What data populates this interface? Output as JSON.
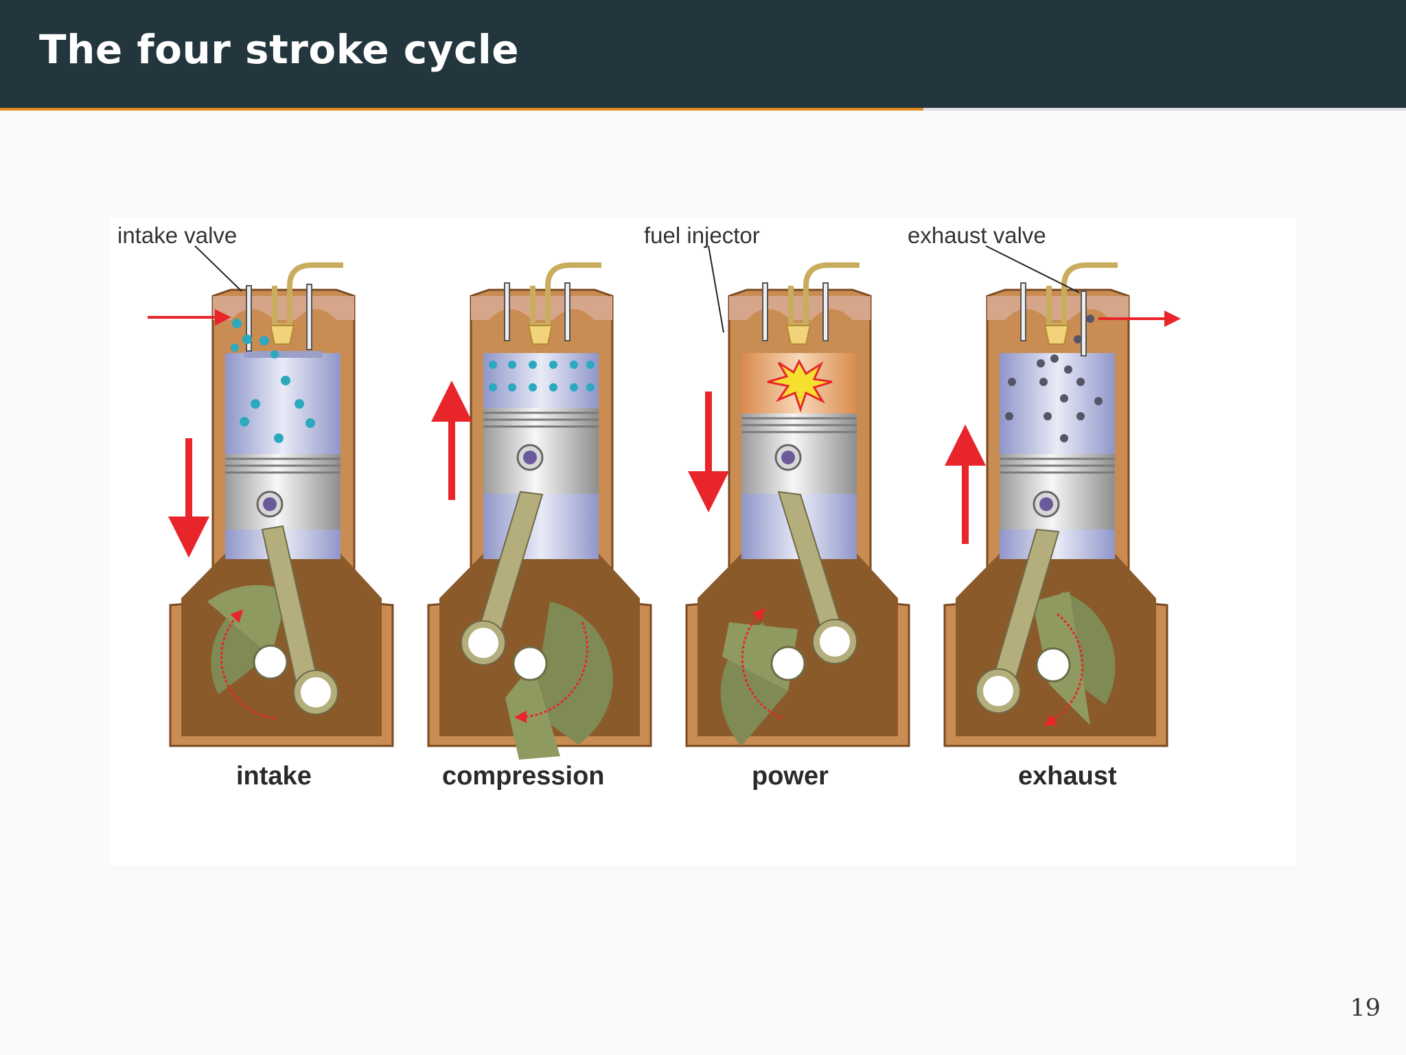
{
  "slide": {
    "title": "The four stroke cycle",
    "page_number": "19"
  },
  "diagram": {
    "annotations": {
      "intake_valve": "intake valve",
      "fuel_injector": "fuel injector",
      "exhaust_valve": "exhaust valve"
    },
    "strokes": [
      {
        "label": "intake",
        "piston": "down",
        "gas": "intake-charge"
      },
      {
        "label": "compression",
        "piston": "up",
        "gas": "compressed-charge"
      },
      {
        "label": "power",
        "piston": "down",
        "gas": "combustion"
      },
      {
        "label": "exhaust",
        "piston": "up",
        "gas": "exhaust-gas"
      }
    ],
    "colors": {
      "header": "#23363d",
      "accent_rule": "#e08a1e",
      "arrow": "#e8252b",
      "crankcase": "#8b5a2b",
      "rod": "#b3ae7c",
      "intake_dots": "#2ca9bf",
      "exhaust_dots": "#555566"
    }
  }
}
